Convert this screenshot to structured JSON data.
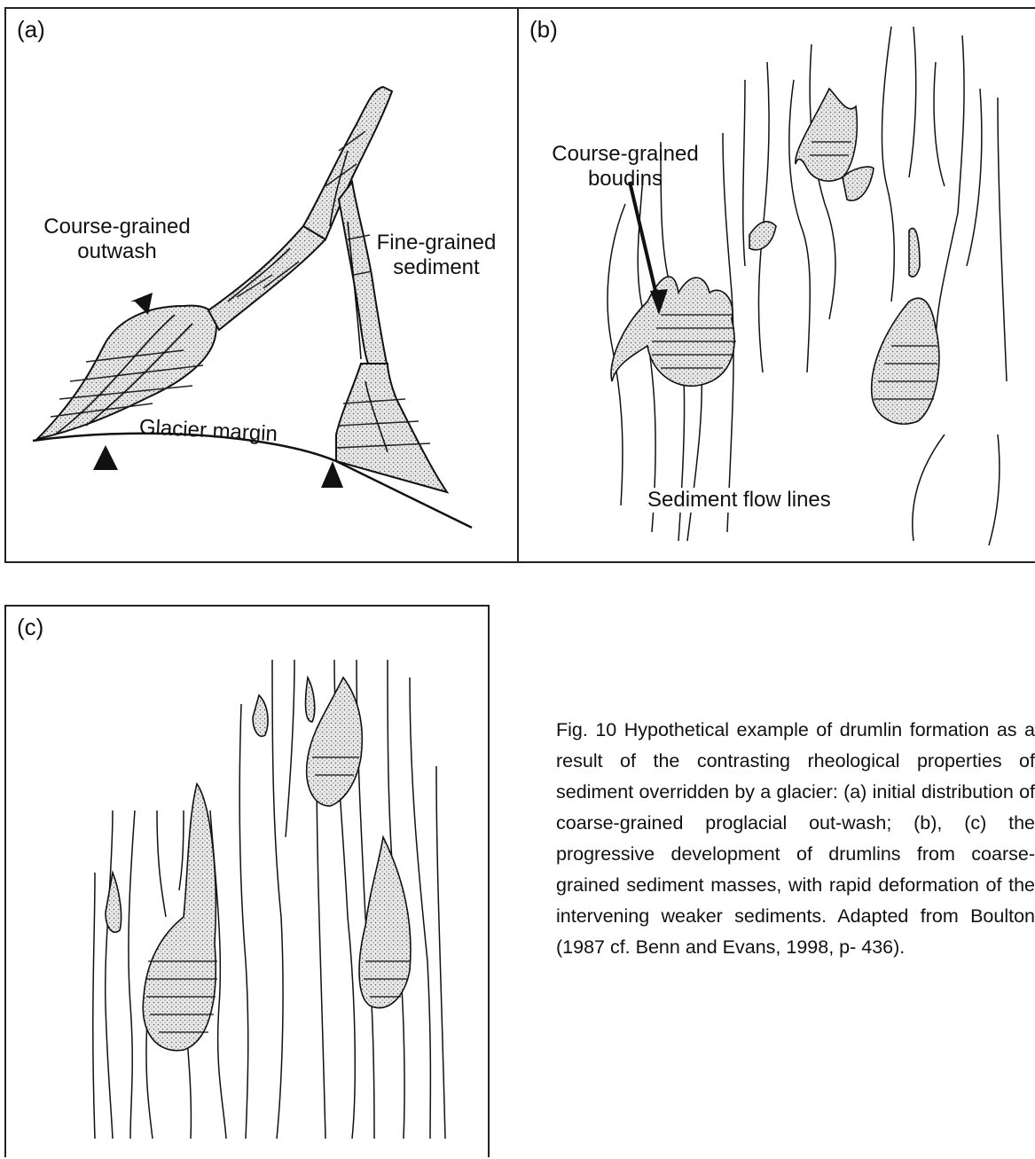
{
  "panels": {
    "a": {
      "label": "(a)",
      "coarse_label_1": "Course-grained",
      "coarse_label_2": "outwash",
      "fine_label_1": "Fine-grained",
      "fine_label_2": "sediment",
      "margin_label": "Glacier margin"
    },
    "b": {
      "label": "(b)",
      "boudins_label_1": "Course-grained",
      "boudins_label_2": "boudins",
      "flow_label": "Sediment flow lines"
    },
    "c": {
      "label": "(c)"
    }
  },
  "caption": "Fig. 10  Hypothetical example of drumlin formation as a result of the contrasting rheological properties of sediment overridden by a glacier: (a) initial distribution of coarse-grained proglacial out-wash; (b), (c) the progressive development of drumlins from coarse-grained sediment masses, with rapid deformation of the intervening weaker sediments. Adapted from Boulton (1987 cf. Benn and Evans, 1998, p- 436)."
}
